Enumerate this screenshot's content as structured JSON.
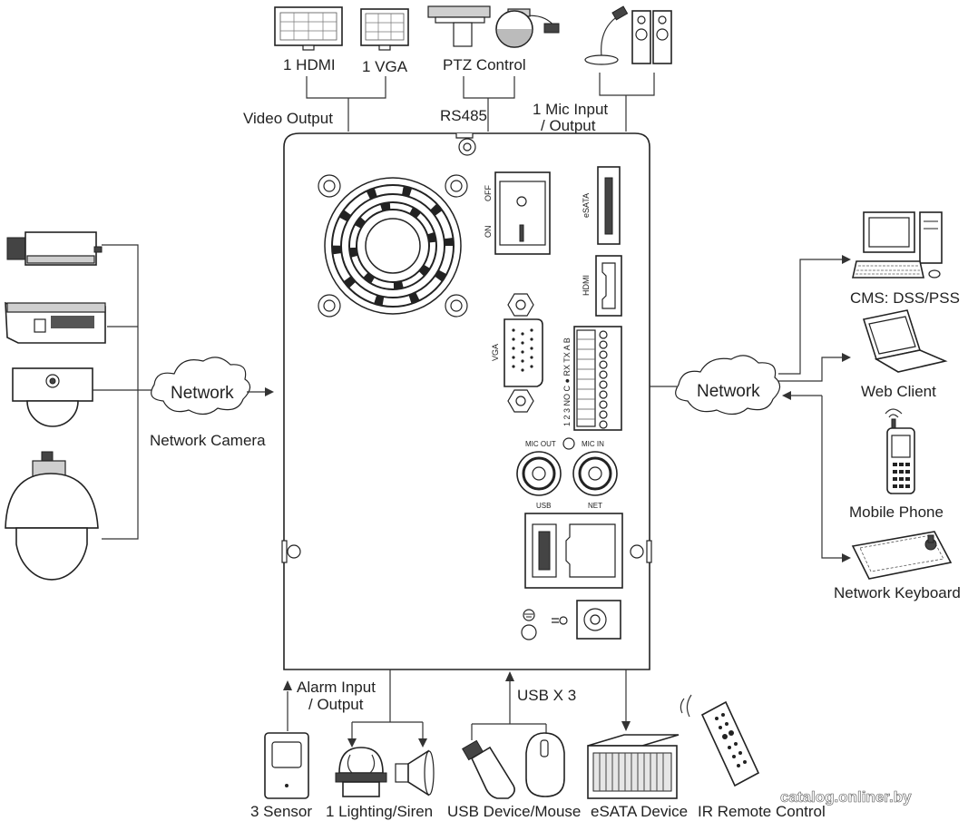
{
  "top": {
    "hdmi": "1 HDMI",
    "vga": "1 VGA",
    "ptz": "PTZ Control",
    "video_output": "Video Output",
    "rs485": "RS485",
    "mic_line1": "1 Mic Input",
    "mic_line2": "/ Output"
  },
  "left": {
    "network": "Network",
    "network_camera": "Network Camera"
  },
  "right": {
    "network": "Network",
    "cms": "CMS: DSS/PSS",
    "web_client": "Web Client",
    "mobile_phone": "Mobile Phone",
    "network_keyboard": "Network Keyboard"
  },
  "bottom": {
    "alarm_line1": "Alarm Input",
    "alarm_line2": "/ Output",
    "usb_x3": "USB X 3",
    "sensor": "3 Sensor",
    "lighting": "1 Lighting/Siren",
    "usb_device": "USB Device/Mouse",
    "esata_device": "eSATA Device",
    "ir_remote": "IR Remote Control"
  },
  "panel": {
    "off": "OFF",
    "on": "ON",
    "esata": "eSATA",
    "hdmi": "HDMI",
    "vga": "VGA",
    "terminal": "1 2 3 NO C ● RX TX A B",
    "mic_out": "MIC OUT",
    "mic_in": "MIC IN",
    "usb": "USB",
    "net": "NET"
  },
  "watermark": "catalog.onliner.by"
}
